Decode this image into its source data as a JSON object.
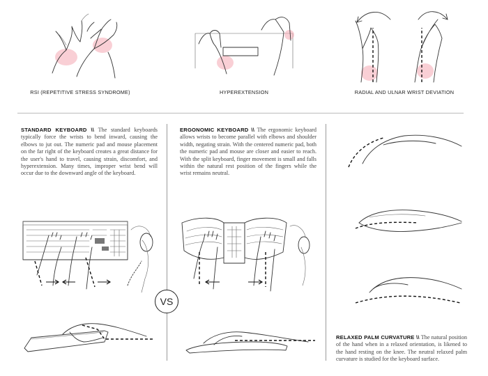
{
  "top_captions": {
    "rsi": "RSI (REPETITIVE STRESS SYNDROME)",
    "hyper": "HYPEREXTENSION",
    "radial": "RADIAL AND ULNAR WRIST DEVIATION"
  },
  "standard": {
    "heading": "STANDARD KEYBOARD \\\\",
    "body": "The standard keyboards typically force the wrists to bend inward, causing the elbows to jut out. The numeric pad and mouse placement on the far right of the keyboard creates a great distance for the user's hand to travel, causing strain, discomfort, and hyperextension. Many times, improper wrist bend will occur due to the downward angle of the keyboard."
  },
  "ergonomic": {
    "heading": "ERGONOMIC KEYBOARD \\\\",
    "body": "The ergonomic keyboard allows wrists to become parallel with elbows and shoulder width, negating strain. With the centered numeric pad, both the numeric pad and mouse are closer and easier to reach. With the split keyboard, finger movement is small and falls within the natural rest position of the fingers while the wrist remains neutral."
  },
  "vs_label": "VS",
  "relaxed": {
    "heading": "RELAXED PALM CURVATURE \\\\",
    "body": "The natural position of the hand when in a relaxed orientation, is likened to the hand resting on the knee. The neutral relaxed palm curvature is studied for the keyboard surface."
  },
  "colors": {
    "highlight": "#f4a7b3",
    "line": "#333333",
    "divider": "#bbbbbb"
  },
  "icons": [
    "arrow-left-icon",
    "arrow-right-icon",
    "curved-arrow-icon"
  ]
}
